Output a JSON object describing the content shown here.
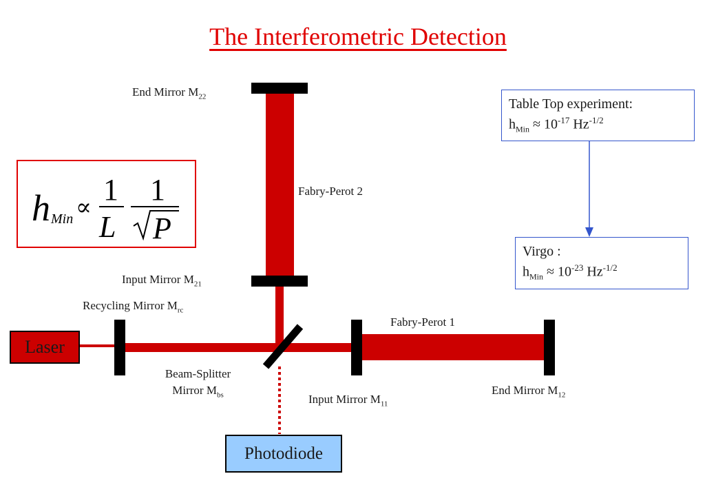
{
  "title": "The Interferometric Detection",
  "components": {
    "laser": "Laser",
    "photodiode": "Photodiode"
  },
  "labels": {
    "end_mirror_m22": {
      "text": "End Mirror M",
      "sub": "22"
    },
    "fabry_perot_2": "Fabry-Perot 2",
    "input_mirror_m21": {
      "text": "Input Mirror M",
      "sub": "21"
    },
    "recycling_mirror": {
      "text": "Recycling Mirror M",
      "sub": "rc"
    },
    "fabry_perot_1": "Fabry-Perot 1",
    "beam_splitter_line1": "Beam-Splitter",
    "beam_splitter_line2": {
      "text": "Mirror M",
      "sub": "bs"
    },
    "input_mirror_m11": {
      "text": "Input Mirror M",
      "sub": "11"
    },
    "end_mirror_m12": {
      "text": "End Mirror M",
      "sub": "12"
    }
  },
  "formula": {
    "h": "h",
    "sub": "Min",
    "propto": "∝",
    "one": "1",
    "L": "L",
    "P": "P"
  },
  "table_top": {
    "line1": "Table Top experiment:",
    "h": "h",
    "sub": "Min",
    "approx": " ≈ 10",
    "exp": "-17",
    "unit": " Hz",
    "unit_exp": "-1/2"
  },
  "virgo": {
    "line1": "Virgo :",
    "h": "h",
    "sub": "Min",
    "approx": " ≈ 10",
    "exp": "-23",
    "unit": " Hz",
    "unit_exp": "-1/2"
  },
  "colors": {
    "beam": "#cc0000",
    "title": "#e00000",
    "mirror": "#000000",
    "arrow": "#3355cc",
    "photodiode": "#99ccff",
    "dotted": "#cc0000"
  }
}
